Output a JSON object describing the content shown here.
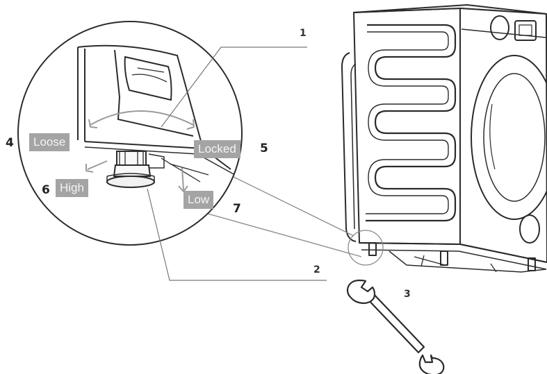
{
  "callouts": [
    "1",
    "2",
    "3"
  ],
  "labels": {
    "loose": {
      "text": "Loose",
      "number": "4"
    },
    "locked": {
      "text": "Locked",
      "number": "5"
    },
    "high": {
      "text": "High",
      "number": "6"
    },
    "low": {
      "text": "Low",
      "number": "7"
    }
  }
}
